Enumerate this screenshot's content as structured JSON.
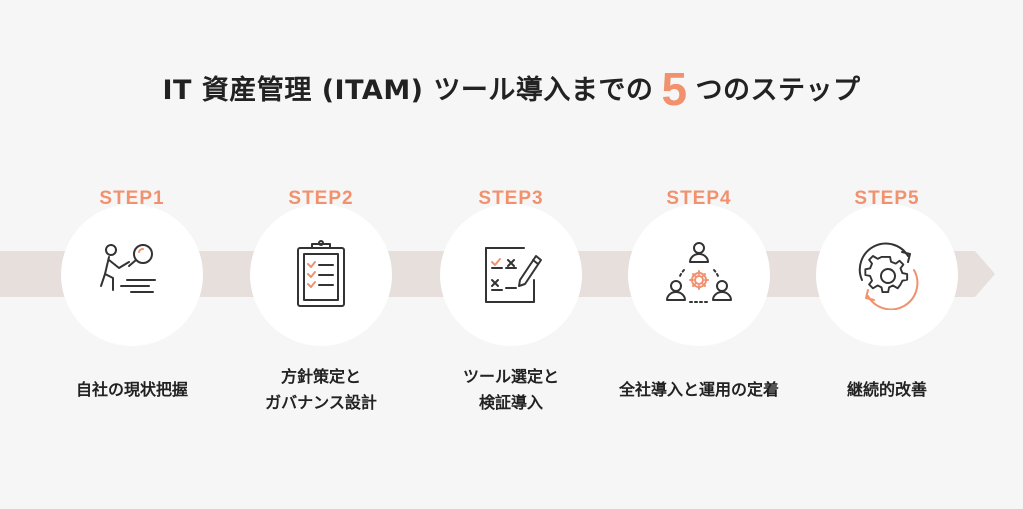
{
  "title": {
    "prefix": "IT 資産管理 (ITAM) ツール導入までの",
    "number": "5",
    "suffix": "つのステップ"
  },
  "colors": {
    "accent": "#f2916e",
    "band": "#e7dfdc",
    "text": "#222222",
    "background": "#f6f6f6"
  },
  "steps": [
    {
      "label": "STEP1",
      "text": "自社の現状把握",
      "icon": "magnifier-person-icon"
    },
    {
      "label": "STEP2",
      "text": "方針策定と\nガバナンス設計",
      "icon": "clipboard-checklist-icon"
    },
    {
      "label": "STEP3",
      "text": "ツール選定と\n検証導入",
      "icon": "checklist-pen-icon"
    },
    {
      "label": "STEP4",
      "text": "全社導入と運用の定着",
      "icon": "team-gear-icon"
    },
    {
      "label": "STEP5",
      "text": "継続的改善",
      "icon": "cycle-gear-icon"
    }
  ]
}
